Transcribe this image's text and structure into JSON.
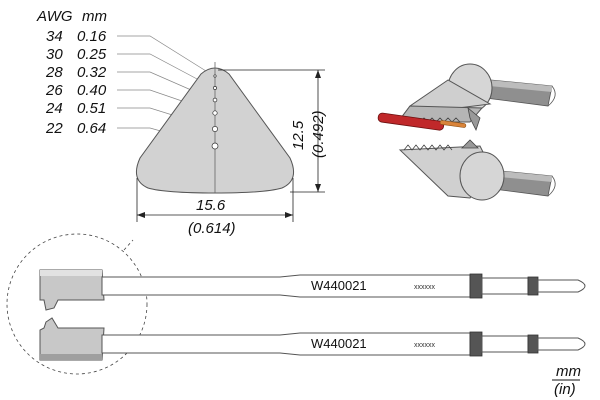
{
  "table": {
    "header_awg": "AWG",
    "header_mm": "mm",
    "rows": [
      {
        "awg": "34",
        "mm": "0.16"
      },
      {
        "awg": "30",
        "mm": "0.25"
      },
      {
        "awg": "28",
        "mm": "0.32"
      },
      {
        "awg": "26",
        "mm": "0.40"
      },
      {
        "awg": "24",
        "mm": "0.51"
      },
      {
        "awg": "22",
        "mm": "0.64"
      }
    ]
  },
  "dimensions": {
    "width_mm": "15.6",
    "width_in": "(0.614)",
    "height_mm": "12.5",
    "height_in": "(0.492)"
  },
  "tool": {
    "part_number": "W440021",
    "serial_mark": "xxxxxx"
  },
  "units": {
    "primary": "mm",
    "secondary": "(in)"
  },
  "colors": {
    "blade_fill": "#c8c8c8",
    "blade_dark": "#9a9a9a",
    "wire_insulation": "#c0282a",
    "wire_core": "#d9843a"
  }
}
